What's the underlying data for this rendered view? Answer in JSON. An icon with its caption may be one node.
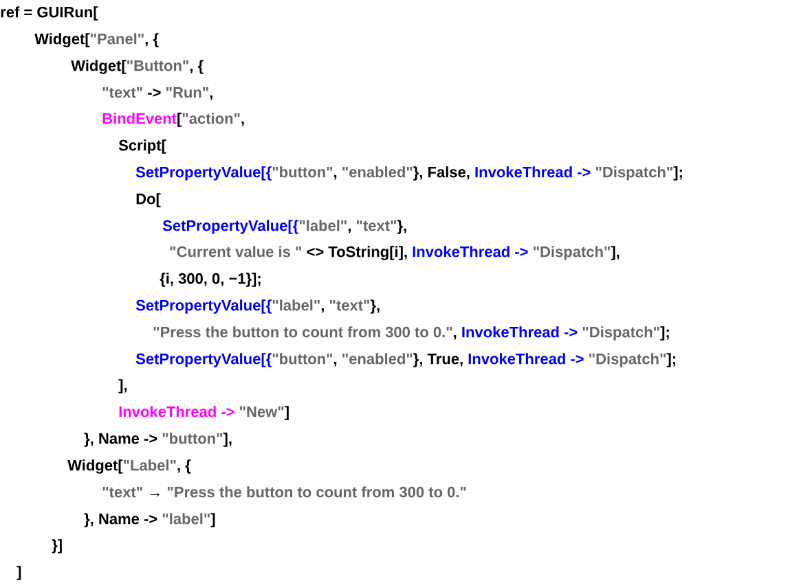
{
  "diagram": {
    "labels": [
      "ref = GUIRun[",
      "Widget[",
      "\"Panel\"",
      ", {",
      "Widget[",
      "\"Button\"",
      ", {",
      "\"text\"",
      "->",
      "\"Run\"",
      ",",
      "BindEvent",
      "[",
      "\"action\"",
      ",",
      "Script[",
      "SetPropertyValue[{",
      "\"button\"",
      ",",
      "\"enabled\"",
      "}, False,",
      "InvokeThread ->",
      "\"Dispatch\"",
      "];",
      "Do[",
      "SetPropertyValue[{",
      "\"label\"",
      ",",
      "\"text\"",
      "},",
      "\"Current value is \"",
      "<> ToString[i],",
      "InvokeThread ->",
      "\"Dispatch\"",
      "],",
      "{i, 300, 0, −1}];",
      "SetPropertyValue[{",
      "\"label\"",
      ",",
      "\"text\"",
      "},",
      "\"Press the button to count from 300 to 0.\"",
      ",",
      "InvokeThread ->",
      "\"Dispatch\"",
      "];",
      "SetPropertyValue[{",
      "\"button\"",
      ",",
      "\"enabled\"",
      "}, True,",
      "InvokeThread ->",
      "\"Dispatch\"",
      "];",
      "],",
      "InvokeThread ->",
      "\"New\"",
      "]",
      "}, Name ->",
      "\"button\"",
      "],",
      "Widget[",
      "\"Label\"",
      ", {",
      "\"text\"",
      "→",
      "\"Press the button to count from 300 to 0.\"",
      "}, Name ->",
      "\"label\"",
      "]",
      "}]",
      "]"
    ]
  }
}
